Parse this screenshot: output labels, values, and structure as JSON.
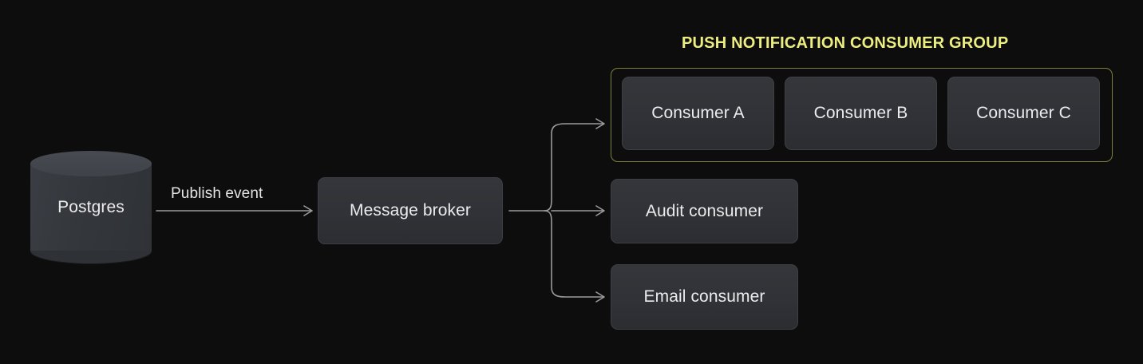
{
  "diagram": {
    "title_visible": false,
    "background_color": "#0d0d0d",
    "accent_color": "#edee82",
    "group_border_color": "#80803e",
    "node_text_color": "#ececec",
    "connector_color": "#9b9b9b"
  },
  "source": {
    "label": "Postgres",
    "shape": "cylinder-database"
  },
  "edges": [
    {
      "label": "Publish event",
      "from": "Postgres",
      "to": "Message broker"
    }
  ],
  "broker": {
    "label": "Message broker"
  },
  "group": {
    "title": "PUSH NOTIFICATION CONSUMER GROUP",
    "members": [
      {
        "label": "Consumer A"
      },
      {
        "label": "Consumer B"
      },
      {
        "label": "Consumer C"
      }
    ]
  },
  "standalone_consumers": [
    {
      "label": "Audit consumer"
    },
    {
      "label": "Email consumer"
    }
  ]
}
